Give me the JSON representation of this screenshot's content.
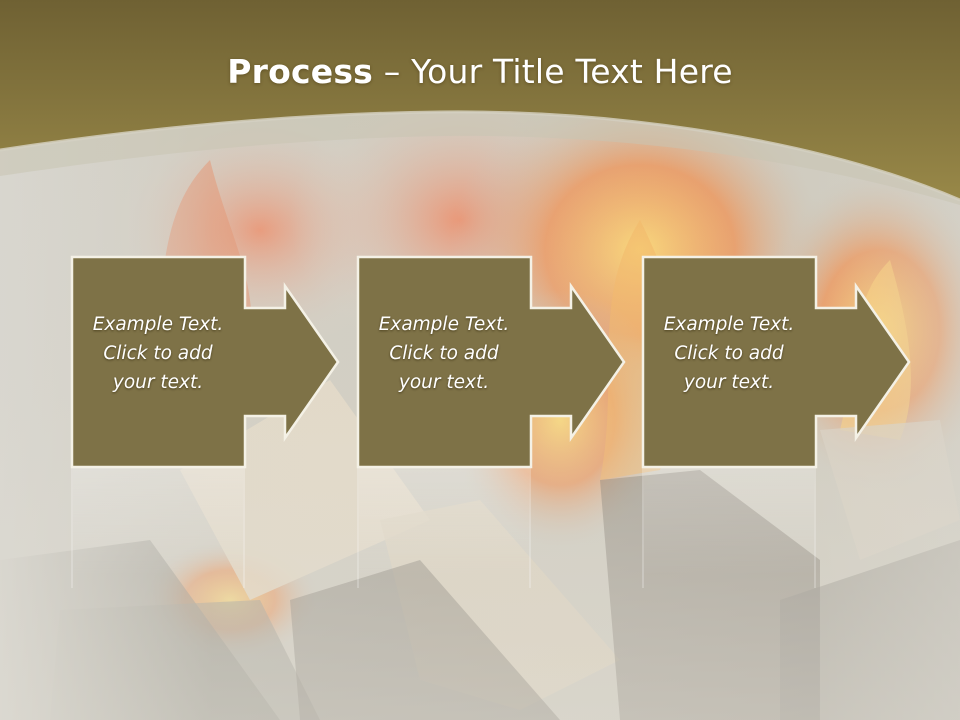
{
  "slide": {
    "title_bold": "Process",
    "title_rest": " – Your Title Text Here"
  },
  "steps": [
    {
      "line1": "Example Text.",
      "line2": "Click  to add",
      "line3": "your text."
    },
    {
      "line1": "Example Text.",
      "line2": "Click  to add",
      "line3": "your text."
    },
    {
      "line1": "Example Text.",
      "line2": "Click  to add",
      "line3": "your text."
    }
  ],
  "colors": {
    "header_band": "#8a7a45",
    "box_fill": "#7e7247",
    "box_border": "#5e5433",
    "text": "#ffffff"
  }
}
